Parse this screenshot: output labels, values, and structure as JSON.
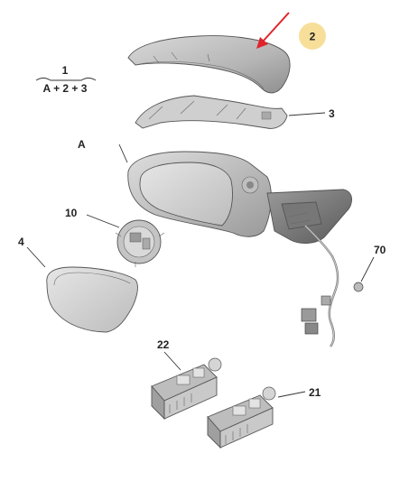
{
  "formula": {
    "top": "1",
    "bottom": "A + 2 + 3"
  },
  "labels": {
    "p2": "2",
    "p3": "3",
    "pA": "A",
    "p10": "10",
    "p4": "4",
    "p70": "70",
    "p22": "22",
    "p21": "21"
  },
  "colors": {
    "highlight_badge": "#f7df9a",
    "arrow": "#e0242b",
    "cover_fill": "#bdbdbd",
    "glass_fill": "#d2d2d2"
  },
  "icons": {
    "arrow": "red-pointer-arrow"
  }
}
